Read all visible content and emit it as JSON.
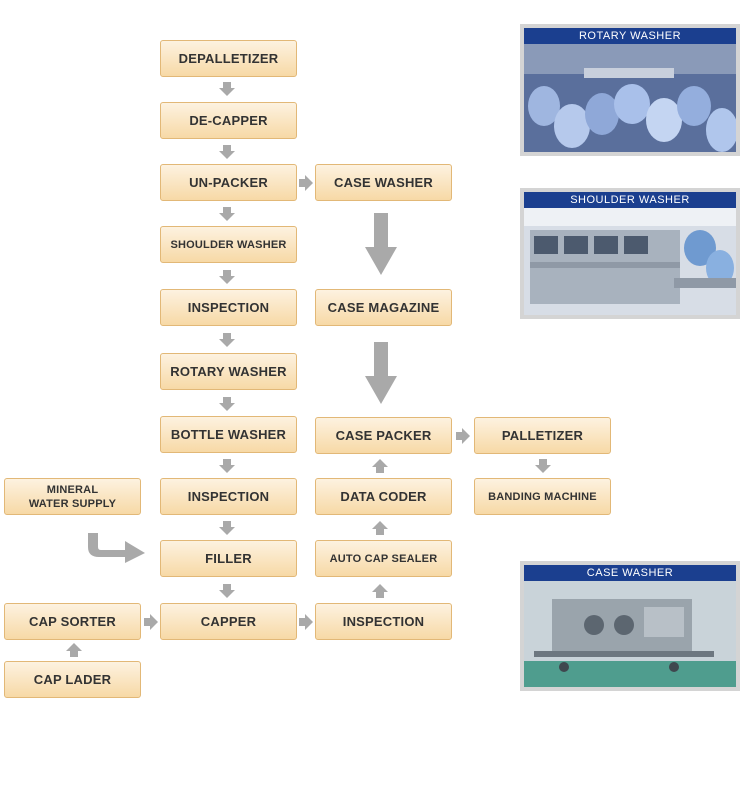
{
  "flow": {
    "depalletizer": "DEPALLETIZER",
    "decapper": "DE-CAPPER",
    "unpacker": "UN-PACKER",
    "shoulder_washer": "SHOULDER WASHER",
    "inspection_1": "INSPECTION",
    "rotary_washer": "ROTARY WASHER",
    "bottle_washer": "BOTTLE WASHER",
    "inspection_2": "INSPECTION",
    "filler": "FILLER",
    "capper": "CAPPER",
    "case_washer": "CASE WASHER",
    "case_magazine": "CASE MAGAZINE",
    "case_packer": "CASE PACKER",
    "data_coder": "DATA CODER",
    "auto_cap_sealer": "AUTO CAP SEALER",
    "inspection_3": "INSPECTION",
    "palletizer": "PALLETIZER",
    "banding_machine": "BANDING MACHINE",
    "mineral_line1": "MINERAL",
    "mineral_line2": "WATER SUPPLY",
    "cap_sorter": "CAP SORTER",
    "cap_lader": "CAP LADER"
  },
  "photos": {
    "rotary": "ROTARY WASHER",
    "shoulder": "SHOULDER WASHER",
    "case": "CASE WASHER"
  },
  "colors": {
    "box_top": "#fdf2e0",
    "box_bottom": "#f7d9a6",
    "box_border": "#e2b877",
    "arrow": "#a9a9a9",
    "photo_caption_bg": "#1b3f8f"
  },
  "icons": [
    "arrow-down-icon",
    "arrow-right-icon",
    "arrow-up-icon",
    "bent-arrow-icon"
  ]
}
